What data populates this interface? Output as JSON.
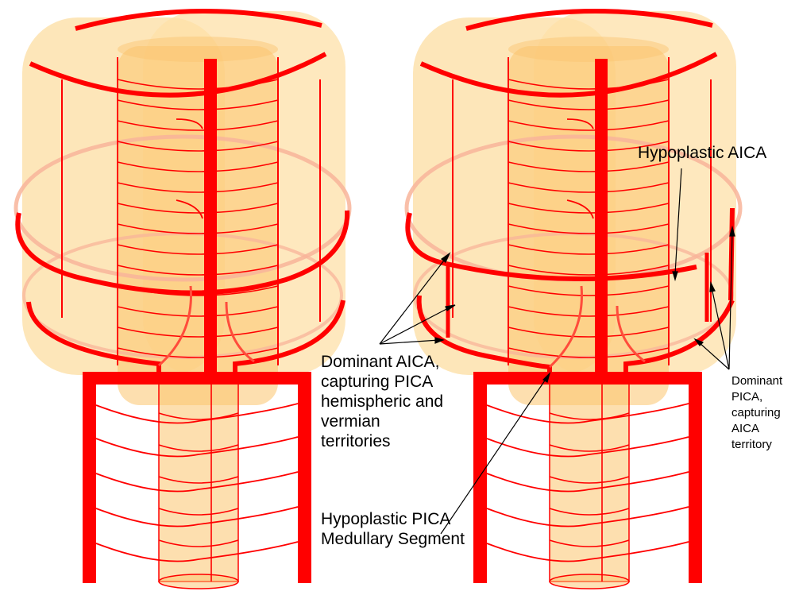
{
  "labels": {
    "hypoplastic_aica": "Hypoplastic AICA",
    "dominant_aica": "Dominant AICA,\ncapturing PICA\nhemispheric and\nvermian\nterritories",
    "hypoplastic_pica": "Hypoplastic PICA\nMedullary Segment",
    "dominant_pica": "Dominant\nPICA,\ncapturing\nAICA\nterritory"
  },
  "colors": {
    "artery": "#ff0000",
    "tissue": "#fdd99b",
    "tissue_dark": "#fbc16c",
    "ring_faint": "#f8b49a",
    "text": "#000000"
  }
}
